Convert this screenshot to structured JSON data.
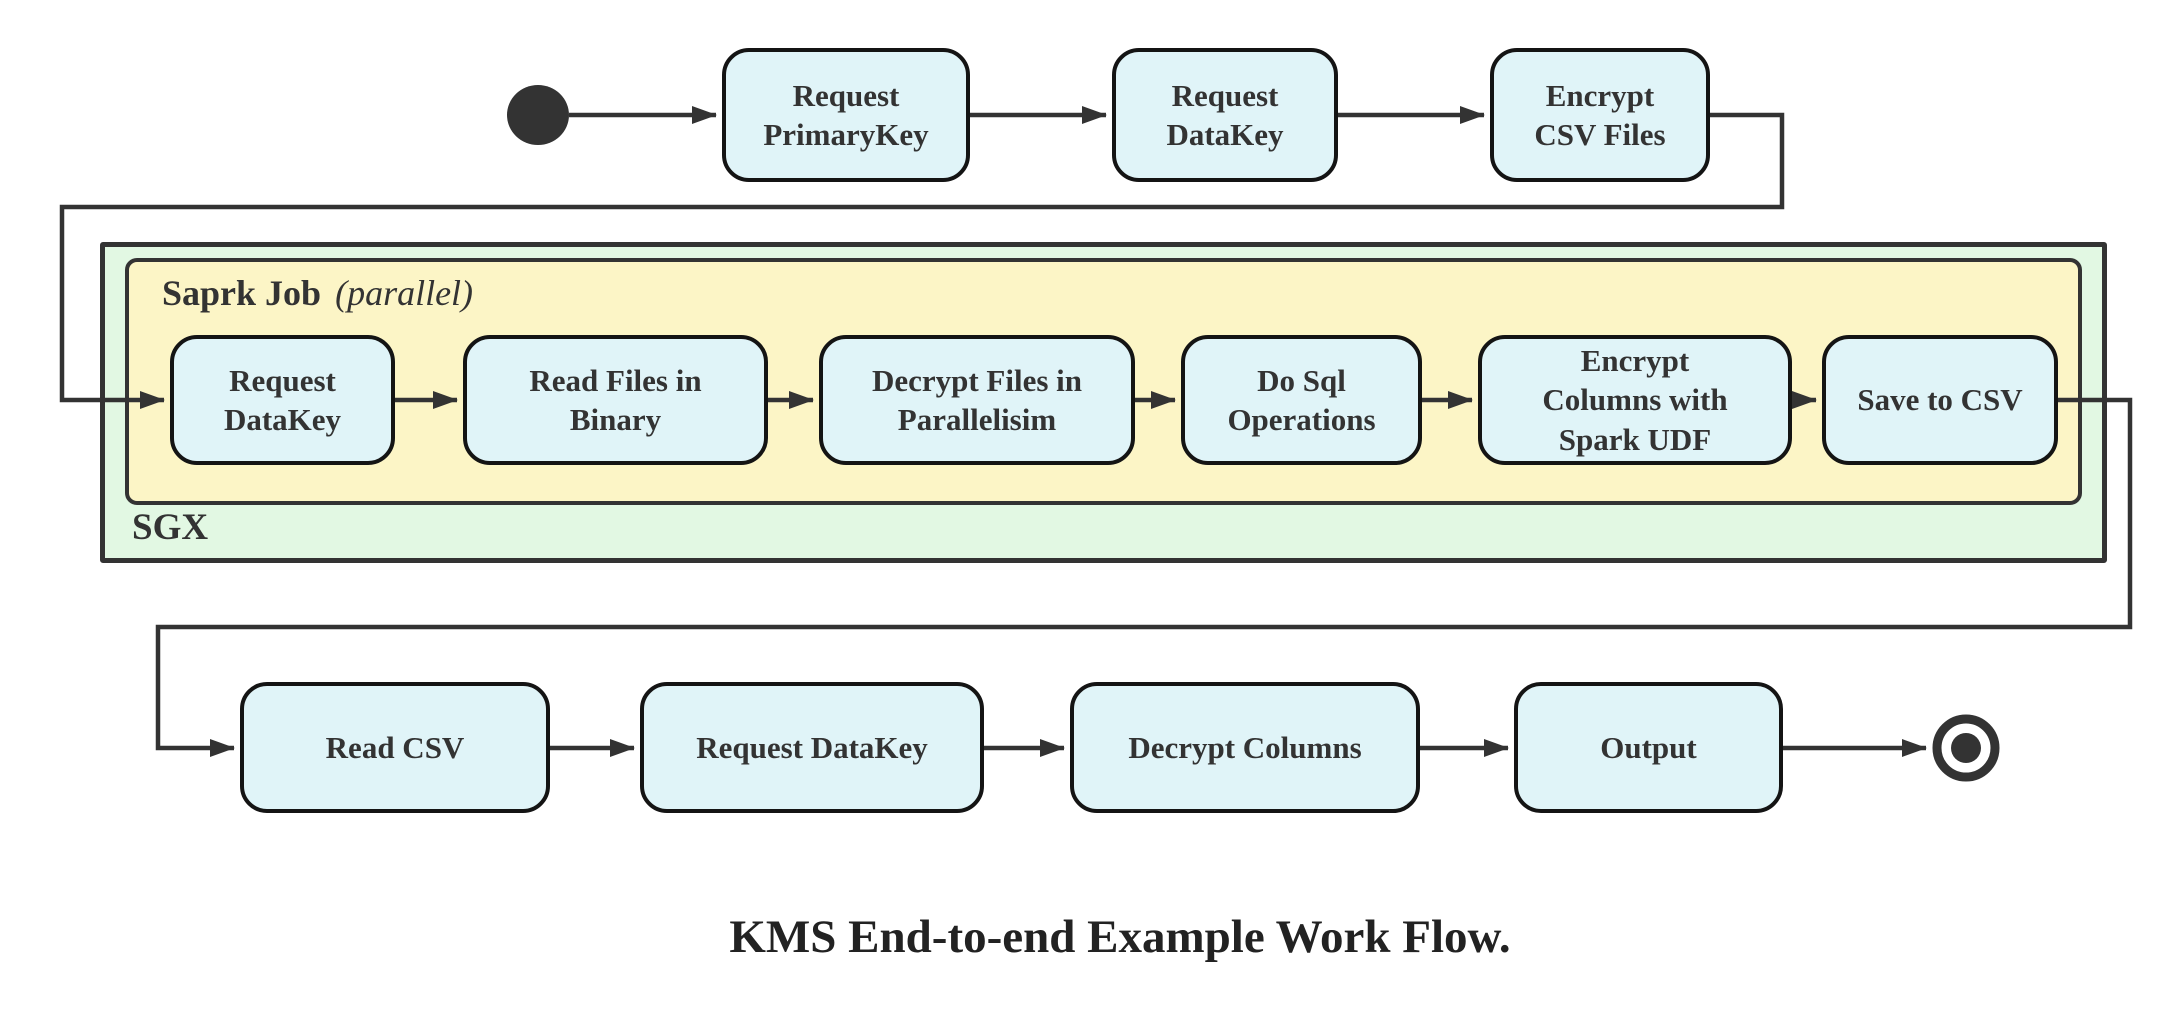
{
  "diagram": {
    "caption": "KMS End-to-end Example Work Flow.",
    "type": "state-flow-diagram"
  },
  "colors": {
    "node_fill": "#e0f4f8",
    "node_border": "#141414",
    "connector": "#333333",
    "sgx_fill": "#e2f8e3",
    "spark_fill": "#fcf5c6",
    "frame_border": "#333333",
    "text": "#333333"
  },
  "containers": {
    "sgx_label": "SGX",
    "spark_label": "Saprk Job",
    "spark_qualifier": "(parallel)"
  },
  "markers": {
    "start": "initial-state-dot",
    "end": "final-state-bullseye"
  },
  "nodes": {
    "top_row": {
      "request_primarykey": "Request\nPrimaryKey",
      "request_datakey": "Request\nDataKey",
      "encrypt_csv_files": "Encrypt\nCSV Files"
    },
    "spark_row": {
      "request_datakey": "Request\nDataKey",
      "read_files_in_binary": "Read Files in\nBinary",
      "decrypt_files_in_parallelisim": "Decrypt Files in\nParallelisim",
      "do_sql_operations": "Do Sql\nOperations",
      "encrypt_columns_with_spark_udf": "Encrypt\nColumns with\nSpark UDF",
      "save_to_csv": "Save to CSV"
    },
    "bottom_row": {
      "read_csv": "Read CSV",
      "request_datakey": "Request DataKey",
      "decrypt_columns": "Decrypt Columns",
      "output": "Output"
    }
  }
}
